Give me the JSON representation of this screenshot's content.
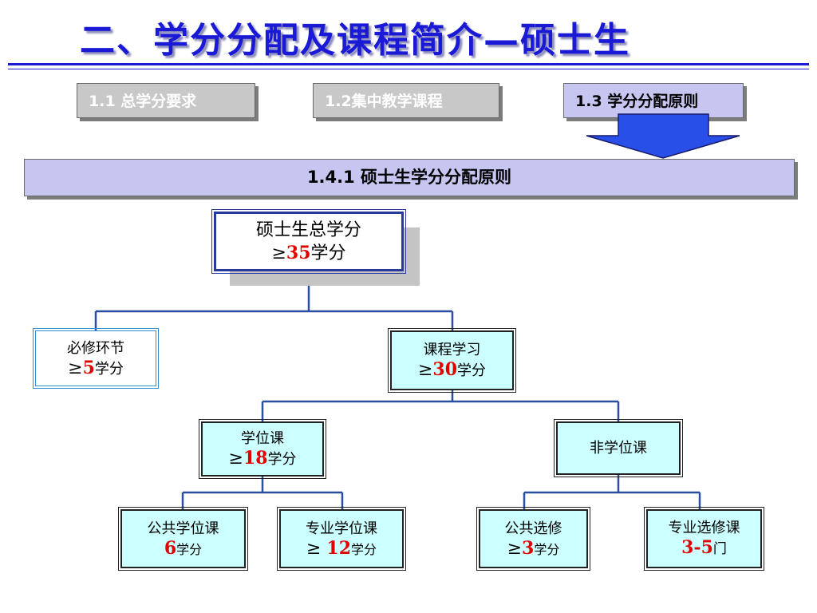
{
  "title": "二、学分分配及课程简介—硕士生",
  "tabs": [
    {
      "label": "1.1  总学分要求",
      "active": false
    },
    {
      "label": "1.2集中教学课程",
      "active": false
    },
    {
      "label": "1.3 学分分配原则",
      "active": true
    }
  ],
  "banner": "1.4.1 硕士生学分分配原则",
  "colors": {
    "title": "#1a1ad6",
    "accent": "#e00000",
    "box_fill": "#ccffff",
    "tab_active": "#c6c6f0"
  },
  "tree": {
    "root": {
      "line1": "硕士生总学分",
      "prefix": "≥",
      "value": "35",
      "unit": "学分"
    },
    "required": {
      "line1": "必修环节",
      "prefix": "≥",
      "value": "5",
      "unit": "学分"
    },
    "courses": {
      "line1": "课程学习",
      "prefix": "≥",
      "value": "30",
      "unit": "学分"
    },
    "degree": {
      "line1": "学位课",
      "prefix": "≥",
      "value": "18",
      "unit": "学分"
    },
    "nondegree": {
      "line1": "非学位课"
    },
    "public_degree": {
      "line1": "公共学位课",
      "value": "6",
      "unit": "学分"
    },
    "major_degree": {
      "line1": "专业学位课",
      "prefix": "≥ ",
      "value": "12",
      "unit": "学分"
    },
    "public_elective": {
      "line1": "公共选修",
      "prefix": "≥",
      "value": "3",
      "unit": "学分"
    },
    "major_elective": {
      "line1": "专业选修课",
      "value": "3-5",
      "unit": "门"
    }
  }
}
